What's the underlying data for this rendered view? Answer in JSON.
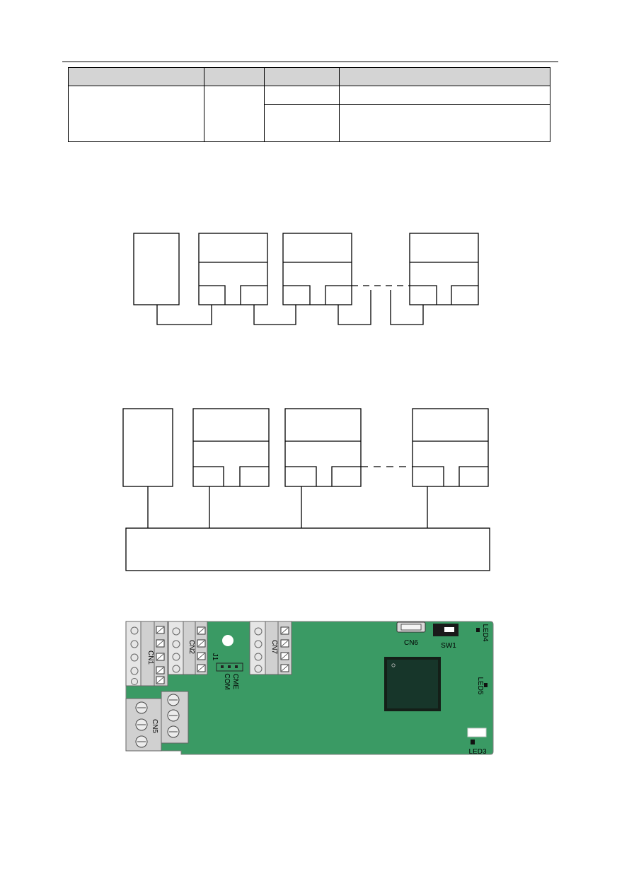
{
  "spec_table": {
    "headers": [
      "",
      "",
      "",
      ""
    ],
    "rows": [
      [
        "",
        "",
        "",
        ""
      ],
      [
        "",
        ""
      ]
    ]
  },
  "board": {
    "connectors": {
      "cn1": "CN1",
      "cn2": "CN2",
      "cn5": "CN5",
      "cn6": "CN6",
      "cn7": "CN7",
      "j1": "J1",
      "sw1": "SW1"
    },
    "jumper_labels": {
      "com": "COM",
      "cme": "CME"
    },
    "leds": {
      "led3": "LED3",
      "led4": "LED4",
      "led5": "LED5"
    },
    "colors": {
      "pcb": "#3a9a64",
      "chip": "#14311f",
      "terminal": "#d0d0d0"
    }
  }
}
